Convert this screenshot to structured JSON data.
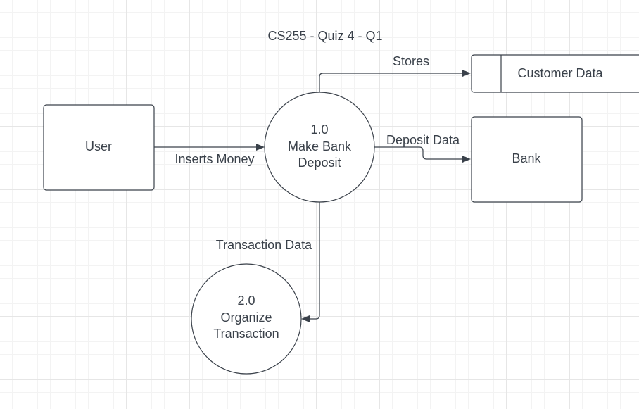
{
  "title": "CS255 - Quiz 4 - Q1",
  "entities": {
    "user": "User",
    "bank": "Bank"
  },
  "processes": {
    "make_deposit": {
      "number": "1.0",
      "line1": "Make Bank",
      "line2": "Deposit"
    },
    "organize": {
      "number": "2.0",
      "line1": "Organize",
      "line2": "Transaction"
    }
  },
  "datastore": {
    "label": "Customer Data"
  },
  "flows": {
    "inserts_money": "Inserts Money",
    "stores": "Stores",
    "deposit_data": "Deposit Data",
    "transaction_data": "Transaction Data"
  },
  "colors": {
    "stroke": "#3a414a",
    "grid": "#e6e6e6",
    "background": "#ffffff"
  }
}
